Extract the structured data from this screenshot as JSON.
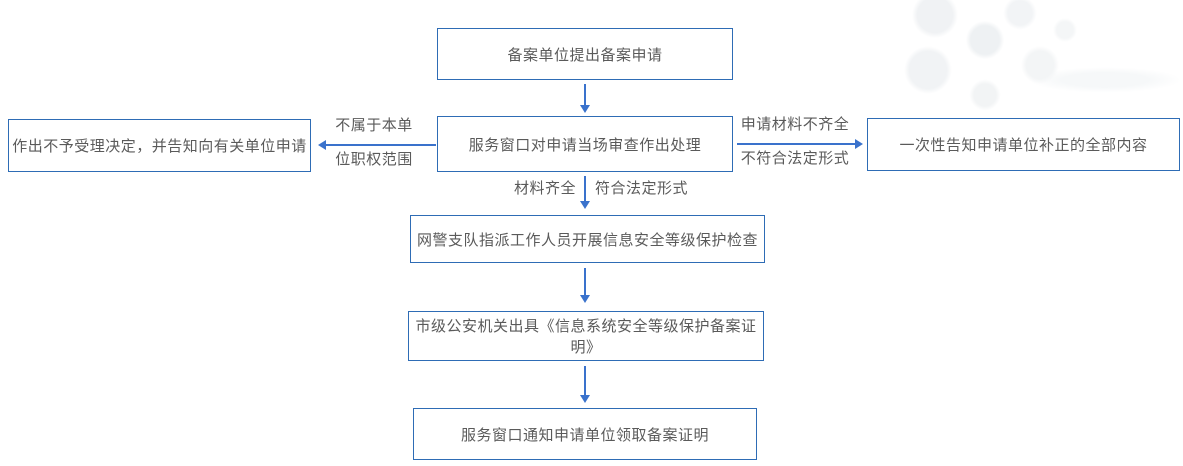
{
  "colors": {
    "box_border": "#2e6cb5",
    "arrow": "#3a72cc",
    "text": "#5a5a5a",
    "bg": "#ffffff"
  },
  "flowchart": {
    "nodes": [
      {
        "id": "apply",
        "label": "备案单位提出备案申请"
      },
      {
        "id": "review",
        "label": "服务窗口对申请当场审查作出处理"
      },
      {
        "id": "reject",
        "label": "作出不予受理决定，并告知向有关单位申请"
      },
      {
        "id": "supplement",
        "label": "一次性告知申请单位补正的全部内容"
      },
      {
        "id": "inspect",
        "label": "网警支队指派工作人员开展信息安全等级保护检查"
      },
      {
        "id": "certificate",
        "label": "市级公安机关出具《信息系统安全等级保护备案证明》"
      },
      {
        "id": "pickup",
        "label": "服务窗口通知申请单位领取备案证明"
      }
    ],
    "edge_labels": {
      "not_in_scope_line1": "不属于本单",
      "not_in_scope_line2": "位职权范围",
      "incomplete_line1": "申请材料不齐全",
      "incomplete_line2": "不符合法定形式",
      "complete_left": "材料齐全",
      "complete_right": "符合法定形式"
    }
  }
}
